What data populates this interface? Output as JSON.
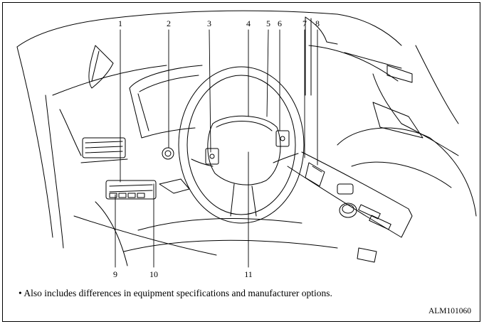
{
  "callouts": [
    {
      "label": "1"
    },
    {
      "label": "2"
    },
    {
      "label": "3"
    },
    {
      "label": "4"
    },
    {
      "label": "5"
    },
    {
      "label": "6"
    },
    {
      "label": "7"
    },
    {
      "label": "8"
    },
    {
      "label": "9"
    },
    {
      "label": "10"
    },
    {
      "label": "11"
    }
  ],
  "footnote": "• Also includes differences in equipment specifications and manufacturer options.",
  "figure_code": "ALM101060",
  "colors": {
    "ink": "#000000",
    "paper": "#ffffff"
  }
}
